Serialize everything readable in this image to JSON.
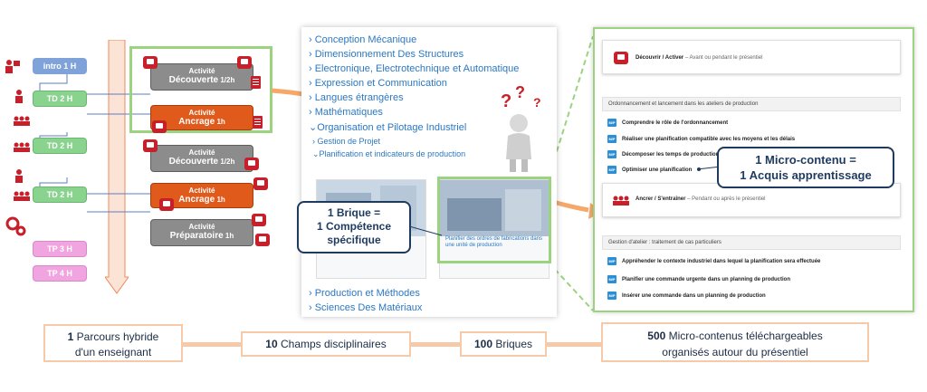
{
  "left": {
    "sessions": [
      "intro 1 H",
      "TD 2 H",
      "TD 2 H",
      "TD 2 H",
      "TP 3 H",
      "TP 4 H"
    ],
    "activities": [
      {
        "title": "Activité",
        "name": "Découverte",
        "dur": "1/2h",
        "style": "grey"
      },
      {
        "title": "Activité",
        "name": "Ancrage",
        "dur": "1h",
        "style": "orange"
      },
      {
        "title": "Activité",
        "name": "Découverte",
        "dur": "1/2h",
        "style": "grey"
      },
      {
        "title": "Activité",
        "name": "Ancrage",
        "dur": "1h",
        "style": "orange"
      },
      {
        "title": "Activité",
        "name": "Préparatoire",
        "dur": "1h",
        "style": "grey"
      }
    ]
  },
  "middle": {
    "menu": [
      "› Conception Mécanique",
      "› Dimensionnement Des Structures",
      "› Electronique, Electrotechnique et Automatique",
      "› Expression et Communication",
      "› Langues étrangères",
      "› Mathématiques",
      "⌄Organisation et Pilotage Industriel"
    ],
    "submenu": [
      "› Gestion de Projet",
      "⌄Planification et indicateurs de production"
    ],
    "card_caption": "Planifier des ordres de fabrications dans une unité de production",
    "footer": [
      "› Production et Méthodes",
      "› Sciences Des Matériaux"
    ]
  },
  "right": {
    "activity1": "Découvrir / Activer",
    "activity1_note": "– Avant ou pendant le présentiel",
    "section1": "Ordonnancement et lancement dans les ateliers de production",
    "items1": [
      "Comprendre le rôle de l'ordonnancement",
      "Réaliser une planification compatible avec les moyens et les délais",
      "Décomposer les temps de production",
      "Optimiser une planification"
    ],
    "activity2": "Ancrer / S'entraîner",
    "activity2_note": "– Pendant ou après le présentiel",
    "section2": "Gestion d'atelier : traitement de cas particuliers",
    "items2": [
      "Appréhender le contexte industriel dans lequel la planification sera effectuée",
      "Planifier une commande urgente dans un planning de production",
      "Insérer une commande dans un planning de production"
    ],
    "mp_label": "M/P"
  },
  "callouts": {
    "brique_l1": "1 Brique =",
    "brique_l2": "1 Compétence",
    "brique_l3": "spécifique",
    "micro_l1": "1 Micro-contenu =",
    "micro_l2": "1 Acquis apprentissage"
  },
  "bottom": {
    "b1_num": "1",
    "b1_rest": " Parcours hybride",
    "b1_l2": "d'un enseignant",
    "b2_num": "10",
    "b2_rest": " Champs disciplinaires",
    "b3_num": "100",
    "b3_rest": " Briques",
    "b4_num": "500",
    "b4_rest": " Micro-contenus téléchargeables",
    "b4_l2": "organisés autour du présentiel"
  },
  "colors": {
    "green": "#9bd37f",
    "orange_arrow": "#f5a86a",
    "navy": "#1f3a5f",
    "link": "#2a78c4"
  }
}
